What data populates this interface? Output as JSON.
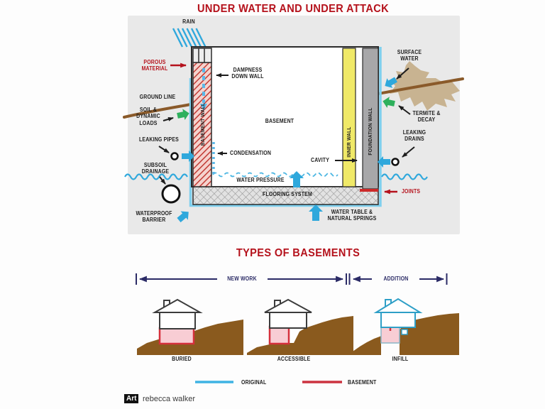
{
  "colors": {
    "title_red": "#b5121c",
    "accent_red": "#c0242c",
    "label_black": "#1d1d1d",
    "water_blue": "#2fa8dc",
    "barrier_blue": "#7fd0ee",
    "green": "#2eb05c",
    "navy": "#2b2b66",
    "inner_wall_yellow": "#f0e968",
    "foundation_grey": "#a7a7a9",
    "wall_hatch_red": "#c23b34",
    "basement_pink": "#f8cdd4",
    "ground_brown": "#8a5a1e",
    "roots_tan": "#c8b391",
    "panel_grey": "#e9e9e9"
  },
  "top": {
    "title": "UNDER WATER AND UNDER ATTACK",
    "labels": {
      "rain": "RAIN",
      "porous_material": "POROUS\nMATERIAL",
      "ground_line": "GROUND LINE",
      "soil_loads": "SOIL &\nDYNAMIC\nLOADS",
      "leaking_pipes": "LEAKING PIPES",
      "subsoil_drainage": "SUBSOIL\nDRAINAGE",
      "waterproof_barrier": "WATERPROOF\nBARRIER",
      "dampness": "DAMPNESS\nDOWN WALL",
      "basement_wall": "BASEMENT WALL",
      "basement": "BASEMENT",
      "condensation": "CONDENSATION",
      "water_pressure": "WATER PRESSURE",
      "flooring_system": "FLOORING SYSTEM",
      "cavity": "CAVITY",
      "inner_wall": "INNER WALL",
      "foundation_wall": "FOUNDATION WALL",
      "surface_water": "SURFACE\nWATER",
      "termite": "TERMITE &\nDECAY",
      "leaking_drains": "LEAKING\nDRAINS",
      "joints": "JOINTS",
      "water_table": "WATER TABLE &\nNATURAL SPRINGS"
    }
  },
  "types": {
    "title": "TYPES OF BASEMENTS",
    "span_new_work": "NEW WORK",
    "span_addition": "ADDITION",
    "houses": [
      "BURIED",
      "ACCESSIBLE",
      "INFILL"
    ],
    "legend": [
      {
        "label": "ORIGINAL",
        "color": "#3fb3e3"
      },
      {
        "label": "BASEMENT",
        "color": "#cc3340"
      }
    ]
  },
  "credit": {
    "badge": "Art",
    "name": "rebecca walker"
  }
}
